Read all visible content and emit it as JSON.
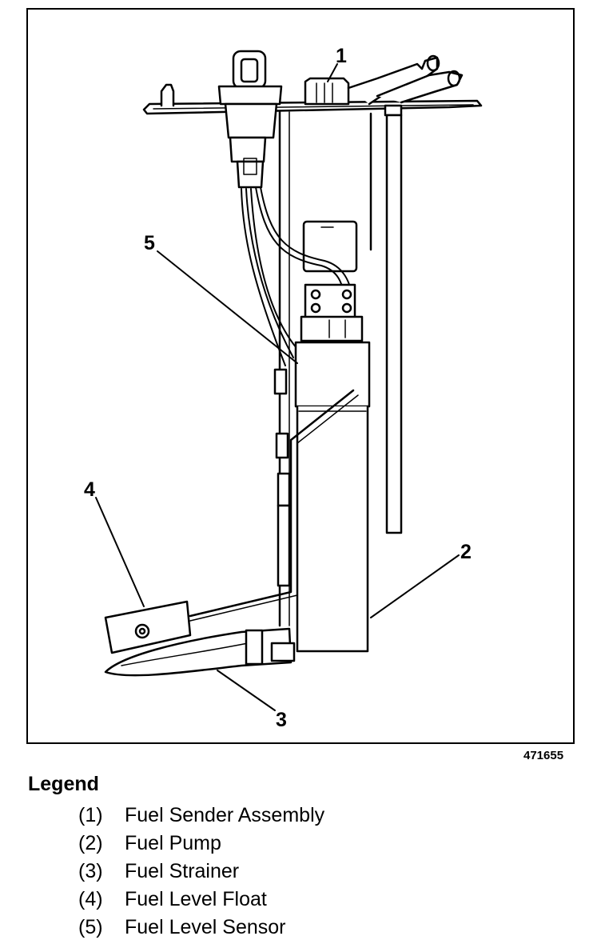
{
  "figure": {
    "id": "471655",
    "callouts": [
      "1",
      "2",
      "3",
      "4",
      "5"
    ]
  },
  "legend": {
    "title": "Legend",
    "items": [
      {
        "num": "(1)",
        "label": "Fuel Sender Assembly"
      },
      {
        "num": "(2)",
        "label": "Fuel Pump"
      },
      {
        "num": "(3)",
        "label": "Fuel Strainer"
      },
      {
        "num": "(4)",
        "label": "Fuel Level Float"
      },
      {
        "num": "(5)",
        "label": "Fuel Level Sensor"
      }
    ]
  }
}
